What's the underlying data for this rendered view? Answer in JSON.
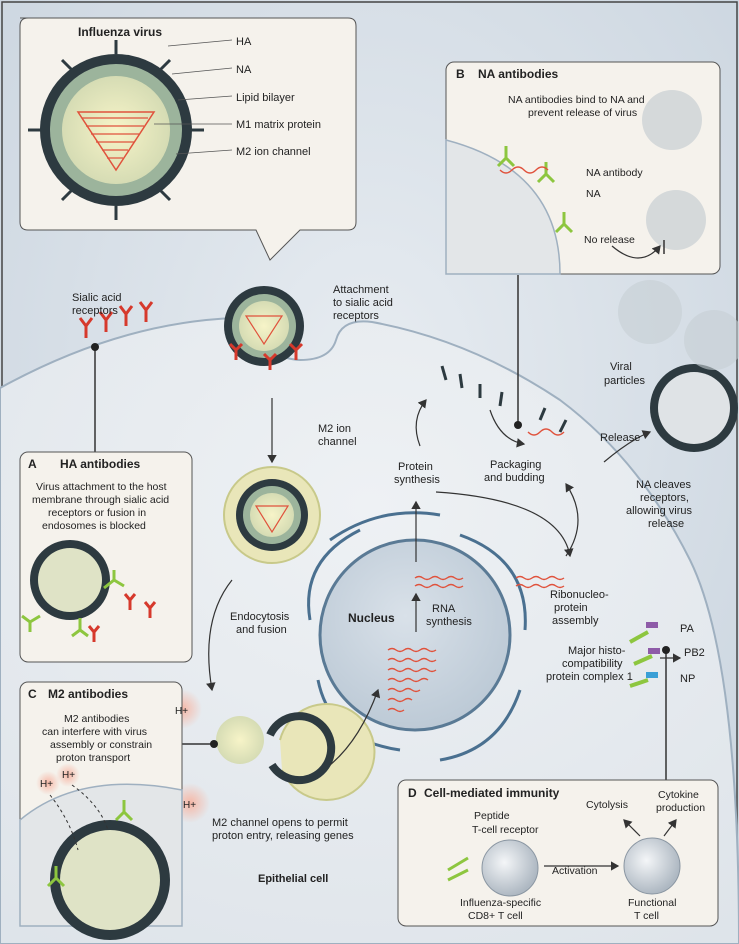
{
  "influenza_box": {
    "title": "Influenza virus",
    "labels": [
      "HA",
      "NA",
      "Lipid bilayer",
      "M1 matrix protein",
      "M2 ion channel"
    ]
  },
  "attachment_label": [
    "Attachment",
    "to sialic acid",
    "receptors"
  ],
  "sialic_label": [
    "Sialic acid",
    "receptors"
  ],
  "m2_ion_channel_label": [
    "M2 ion",
    "channel"
  ],
  "endocytosis_label": [
    "Endocytosis",
    "and fusion"
  ],
  "nucleus_label": "Nucleus",
  "rna_synthesis_label": [
    "RNA",
    "synthesis"
  ],
  "protein_synthesis_label": [
    "Protein",
    "synthesis"
  ],
  "packaging_label": [
    "Packaging",
    "and budding"
  ],
  "rnp_label": [
    "Ribonucleo-",
    "protein",
    "assembly"
  ],
  "mhc_label": [
    "Major histo-",
    "compatibility",
    "protein complex 1"
  ],
  "mhc_peptides": [
    "PA",
    "PB2",
    "NP"
  ],
  "release_label": "Release",
  "viral_particles_label": [
    "Viral",
    "particles"
  ],
  "na_cleaves_label": [
    "NA cleaves",
    "receptors,",
    "allowing virus",
    "release"
  ],
  "m2_opens_label": [
    "M2 channel opens to permit",
    "proton entry, releasing genes"
  ],
  "epithelial_label": "Epithelial cell",
  "proton": "H+",
  "panel_a": {
    "letter": "A",
    "title": "HA antibodies",
    "text": [
      "Virus attachment to the host",
      "membrane through sialic acid",
      "receptors or fusion in",
      "endosomes is blocked"
    ]
  },
  "panel_b": {
    "letter": "B",
    "title": "NA antibodies",
    "text": [
      "NA antibodies bind to NA and",
      "prevent release of virus"
    ],
    "na_antibody": "NA antibody",
    "na": "NA",
    "no_release": "No release"
  },
  "panel_c": {
    "letter": "C",
    "title": "M2 antibodies",
    "text": [
      "M2 antibodies",
      "can interfere with virus",
      "assembly or constrain",
      "proton transport"
    ]
  },
  "panel_d": {
    "letter": "D",
    "title": "Cell-mediated immunity",
    "peptide": "Peptide",
    "tcr": "T-cell receptor",
    "activation": "Activation",
    "cytolysis": "Cytolysis",
    "cytokine": [
      "Cytokine",
      "production"
    ],
    "cd8": [
      "Influenza-specific",
      "CD8+ T cell"
    ],
    "functional": [
      "Functional",
      "T cell"
    ]
  },
  "colors": {
    "cell": "#e9edf1",
    "background": "#d5dde6",
    "nucleus": "#c9d3de",
    "rna": "#e0523c",
    "antibody": "#8dc63f",
    "sialic": "#d6392c",
    "virus_dark": "#2d3a40",
    "panel_bg": "#f4f2ef"
  }
}
